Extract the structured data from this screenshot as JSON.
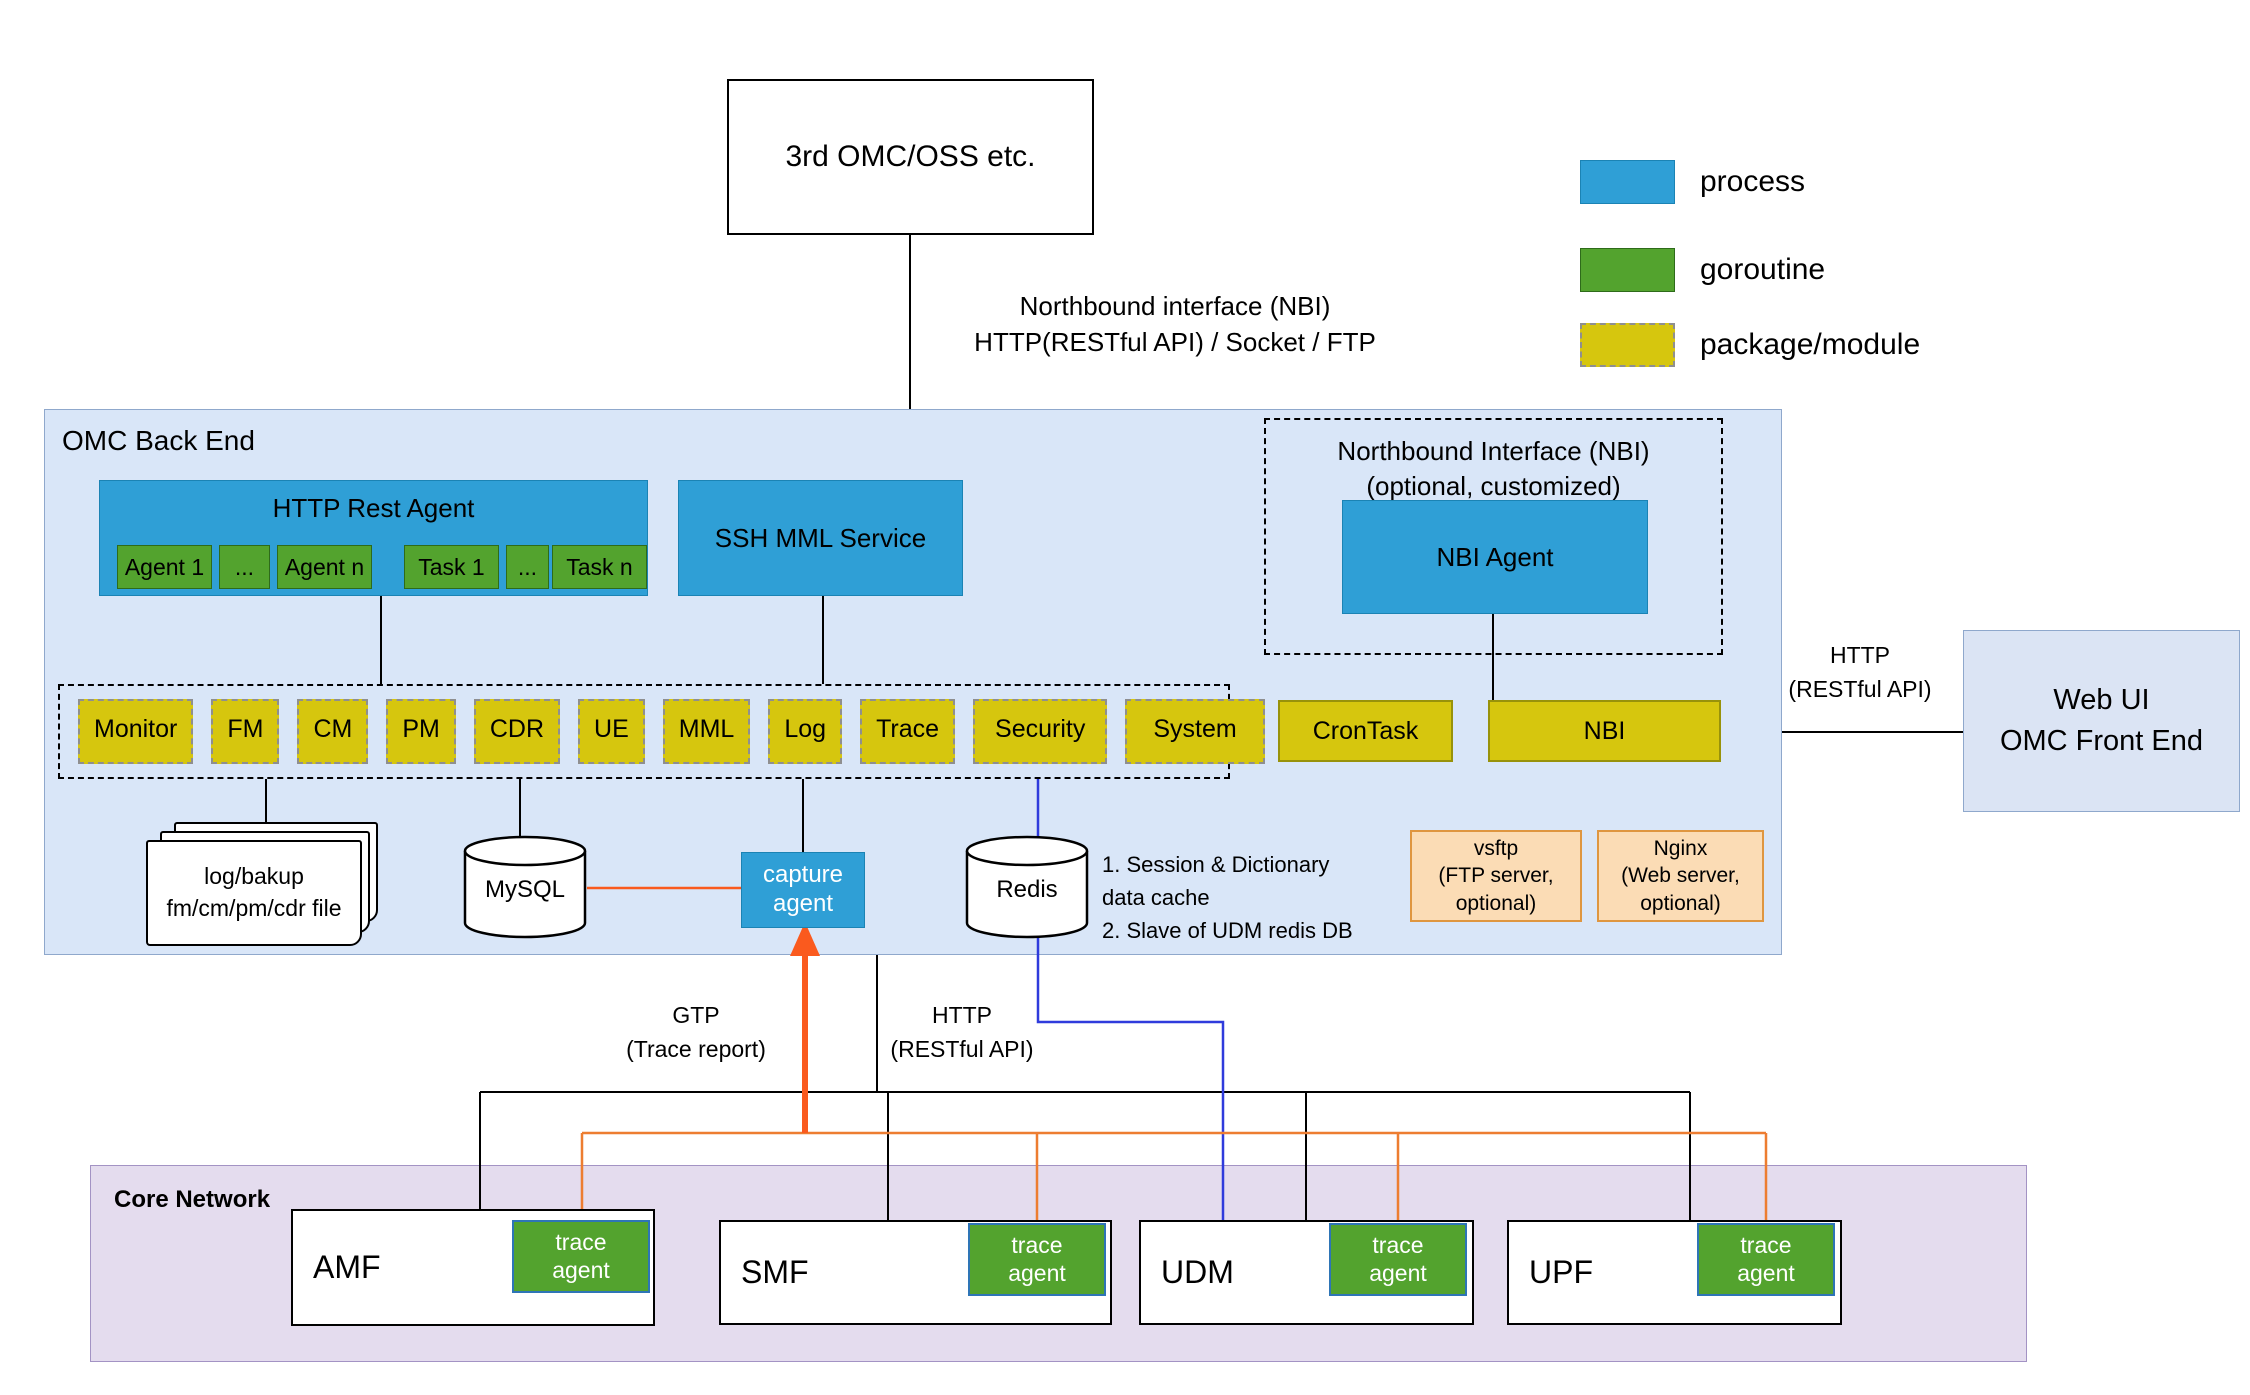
{
  "colors": {
    "process_blue": "#2f9fd6",
    "goroutine_green": "#53a32e",
    "module_yellow": "#d6c60e",
    "backend_bg": "#d9e6f8",
    "core_bg": "#e4dcee",
    "optional_tan": "#fbdcb5",
    "arrow_orange": "#fa5a1e",
    "trace_line_orange": "#ed7d31",
    "redis_line_blue": "#2f3bdc"
  },
  "external": {
    "third_party": "3rd OMC/OSS etc."
  },
  "legend": [
    {
      "label": "process"
    },
    {
      "label": "goroutine"
    },
    {
      "label": "package/module"
    }
  ],
  "nbi_edge": {
    "line1": "Northbound interface (NBI)",
    "line2": "HTTP(RESTful API) / Socket / FTP"
  },
  "backend": {
    "title": "OMC Back End",
    "http_rest_agent": {
      "title": "HTTP Rest Agent",
      "items": [
        "Agent 1",
        "...",
        "Agent n",
        "Task 1",
        "...",
        "Task n"
      ]
    },
    "ssh_mml": "SSH MML Service",
    "nbi_container": {
      "title_line1": "Northbound Interface (NBI)",
      "title_line2": "(optional, customized)",
      "agent": "NBI  Agent"
    },
    "modules": [
      "Monitor",
      "FM",
      "CM",
      "PM",
      "CDR",
      "UE",
      "MML",
      "Log",
      "Trace",
      "Security",
      "System"
    ],
    "crontask": "CronTask",
    "nbi_module": "NBI",
    "files": {
      "line1": "log/bakup",
      "line2": "fm/cm/pm/cdr file"
    },
    "mysql": "MySQL",
    "capture_agent": "capture agent",
    "redis": "Redis",
    "redis_notes": {
      "line1": "1. Session & Dictionary",
      "line2": "data cache",
      "line3": "2. Slave of UDM redis DB"
    },
    "vsftp": {
      "line1": "vsftp",
      "line2": "(FTP server,",
      "line3": "optional)"
    },
    "nginx": {
      "line1": "Nginx",
      "line2": "(Web server,",
      "line3": "optional)"
    }
  },
  "webui": {
    "line1": "Web UI",
    "line2": "OMC Front End"
  },
  "edge_labels": {
    "webui_http": {
      "line1": "HTTP",
      "line2": "(RESTful API)"
    },
    "gtp": {
      "line1": "GTP",
      "line2": "(Trace report)"
    },
    "core_http": {
      "line1": "HTTP",
      "line2": "(RESTful API)"
    }
  },
  "core": {
    "title": "Core Network",
    "elements": [
      {
        "name": "AMF",
        "agent": "trace agent"
      },
      {
        "name": "SMF",
        "agent": "trace agent"
      },
      {
        "name": "UDM",
        "agent": "trace agent"
      },
      {
        "name": "UPF",
        "agent": "trace agent"
      }
    ]
  }
}
